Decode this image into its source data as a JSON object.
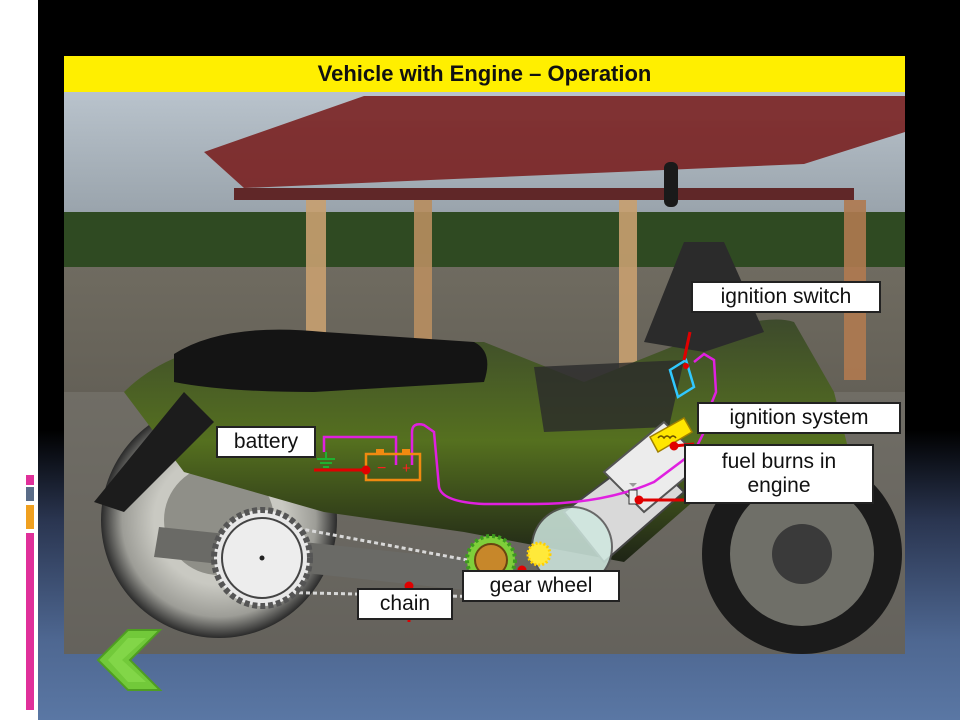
{
  "slide": {
    "title": "Vehicle with Engine – Operation"
  },
  "labels": {
    "ignition_switch": "ignition switch",
    "ignition_system": "ignition system",
    "battery": "battery",
    "fuel_burns": "fuel burns in engine",
    "gear_wheel": "gear wheel",
    "chain": "chain"
  },
  "battery_symbols": {
    "minus": "−",
    "plus": "+"
  },
  "colors": {
    "title_bar": "#ffef00",
    "wire": "#e020e0",
    "battery_outline": "#f08a10",
    "ignition_switch_outline": "#30c8ff",
    "ignition_system_fill": "#ffe600",
    "pointer": "#e00000",
    "ground": "#20b030",
    "back_arrow": "#72c93a"
  },
  "icons": {
    "back": "chevron-left-icon"
  }
}
